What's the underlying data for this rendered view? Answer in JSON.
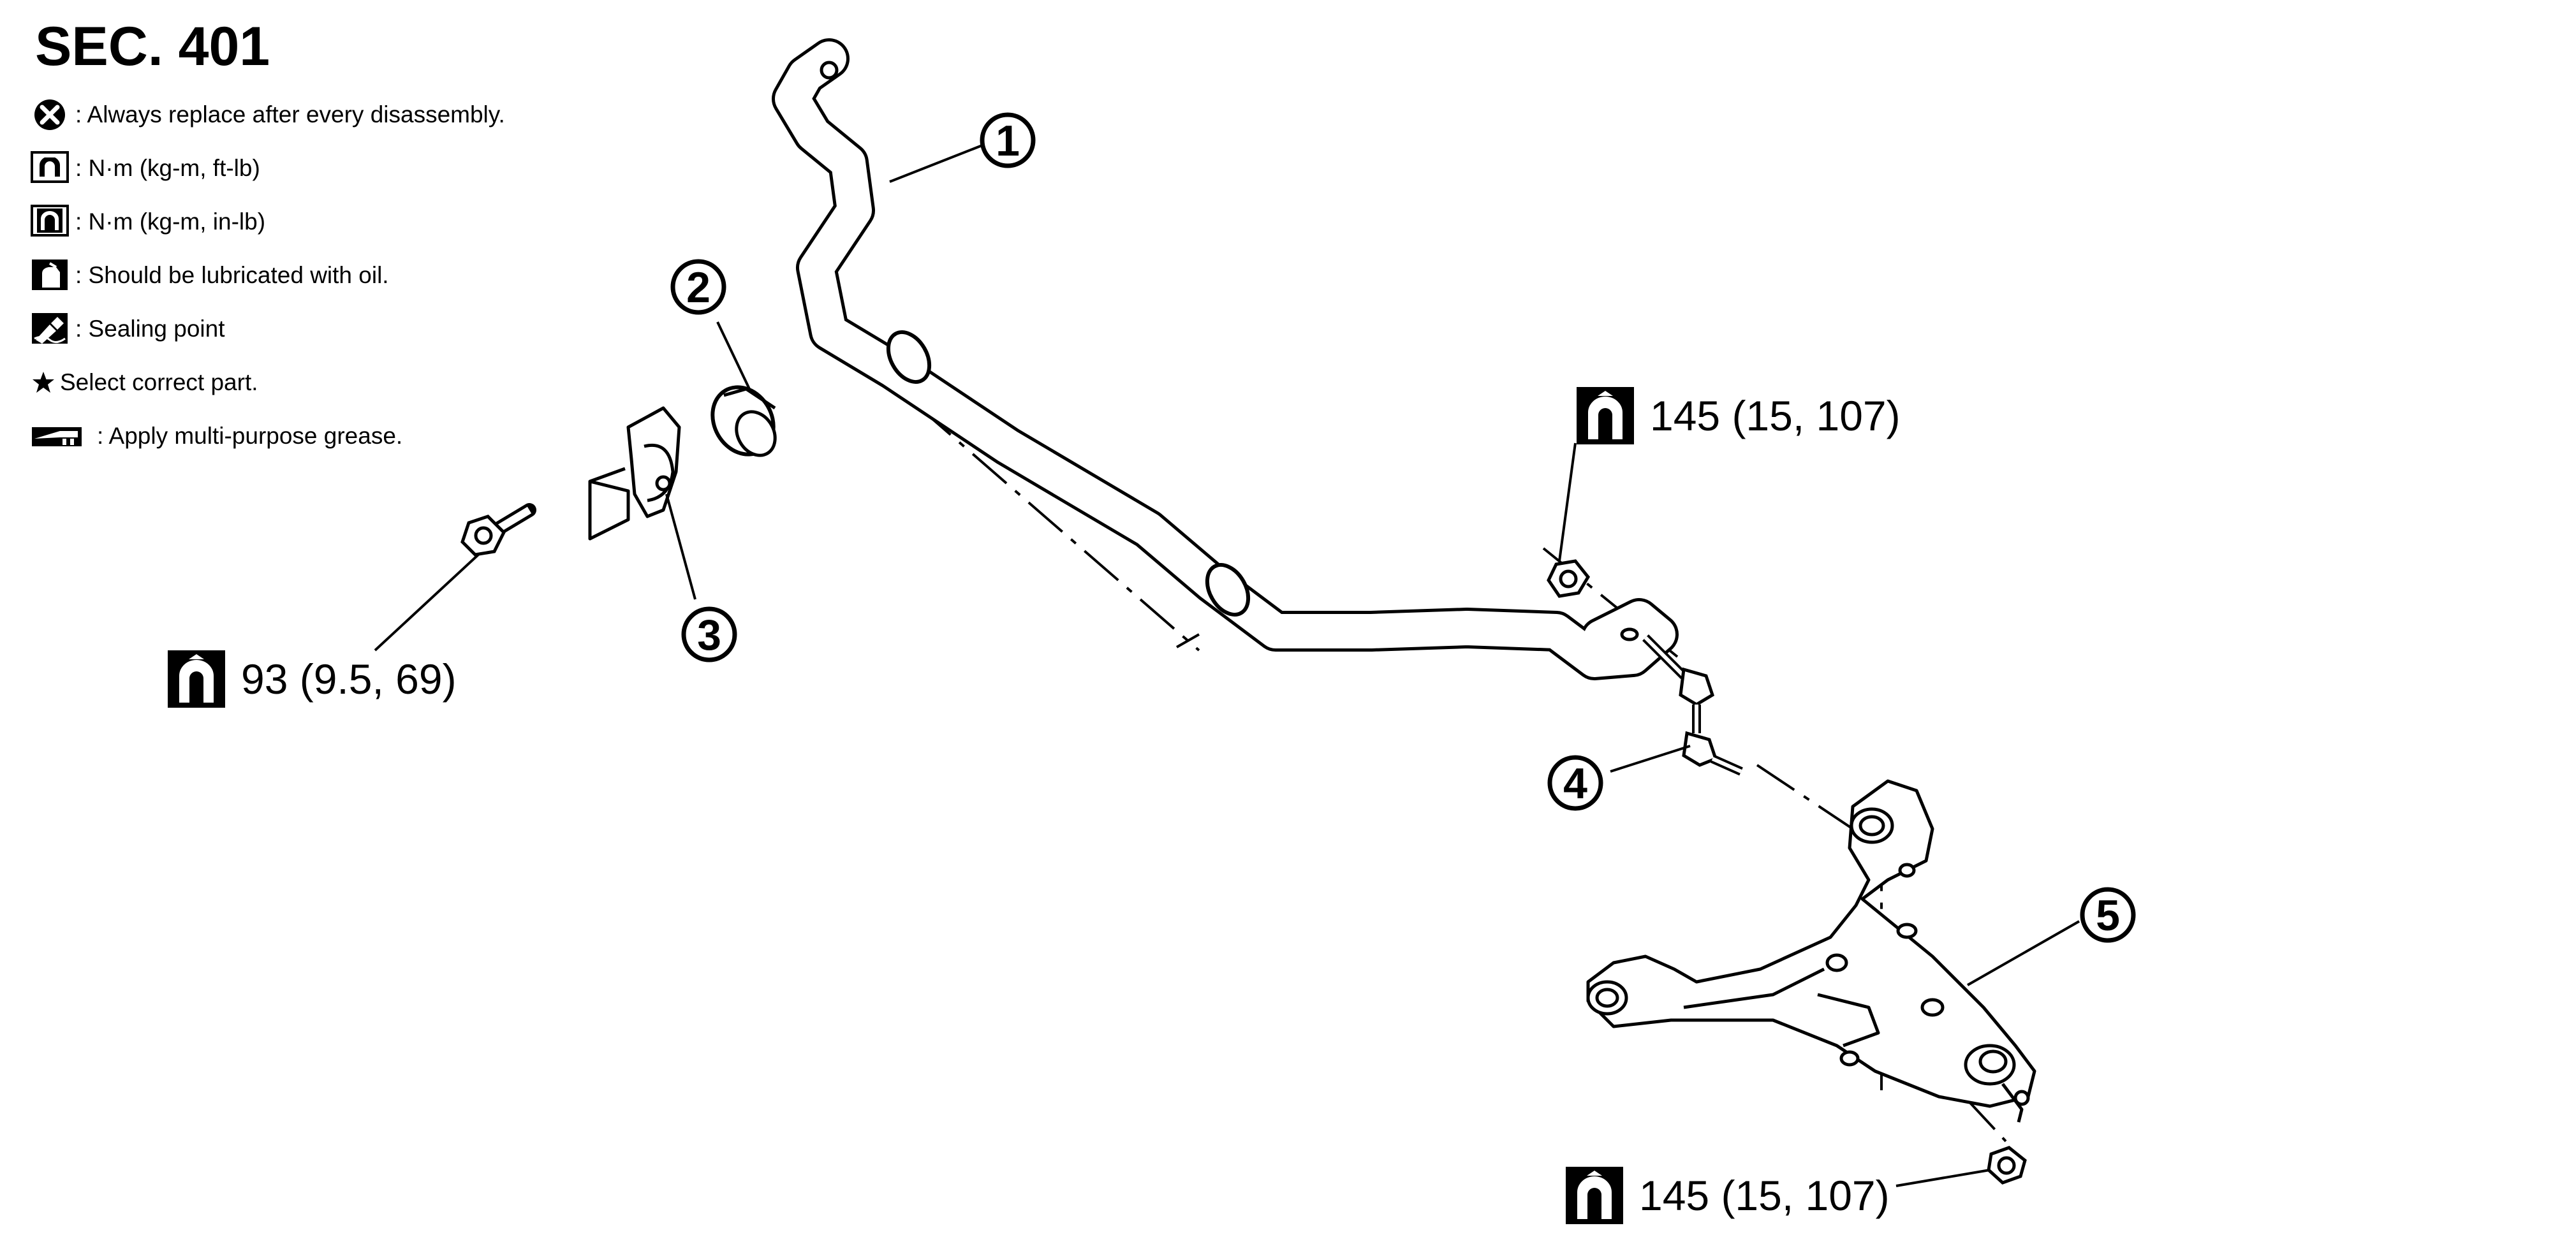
{
  "section_title": "SEC. 401",
  "legend": {
    "replace": ": Always replace after every disassembly.",
    "torque_ftlb": ": N·m (kg-m, ft-lb)",
    "torque_inlb": ": N·m (kg-m, in-lb)",
    "lubricate": ": Should be lubricated with oil.",
    "sealing": ": Sealing point",
    "select": "Select correct part.",
    "grease": ": Apply multi-purpose grease."
  },
  "callouts": {
    "c1": "1",
    "c2": "2",
    "c3": "3",
    "c4": "4",
    "c5": "5"
  },
  "torques": {
    "bracket_bolt": "93 (9.5, 69)",
    "link_upper_nut": "145 (15, 107)",
    "link_lower_nut": "145 (15, 107)"
  },
  "icons": {
    "replace": "x-circle-icon",
    "torque": "torque-wrench-icon",
    "torque_inlb": "torque-wrench-filled-icon",
    "lubricate": "oil-can-icon",
    "sealing": "sealant-icon",
    "select": "star-icon",
    "grease": "grease-icon"
  }
}
